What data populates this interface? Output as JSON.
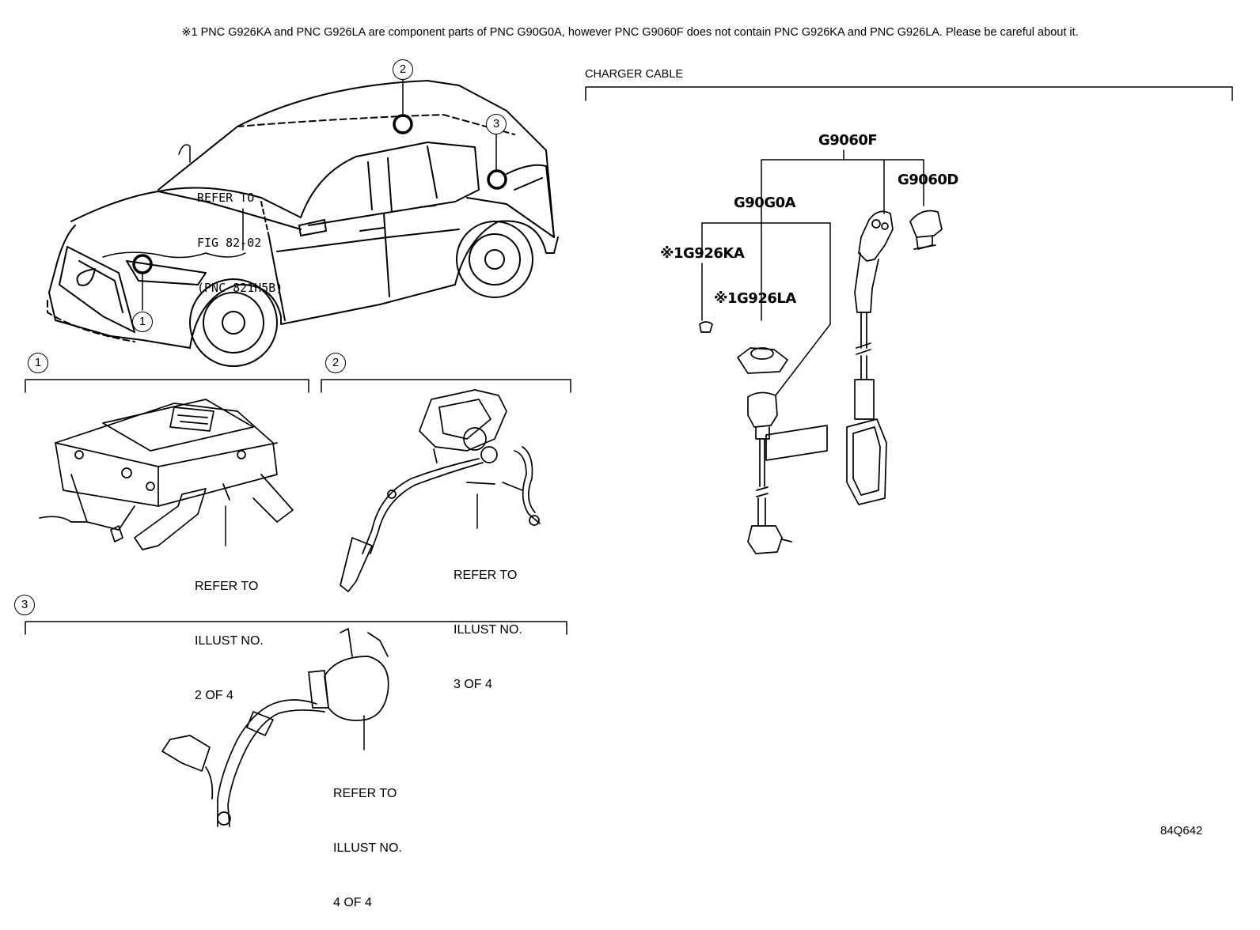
{
  "note": "※1 PNC G926KA and PNC G926LA are component parts of PNC G90G0A, however PNC G9060F does not contain PNC G926KA and PNC G926LA. Please be careful about it.",
  "callouts": {
    "refer_fig": [
      "REFER TO",
      "FIG 82-02",
      "(PNC 821H5B)"
    ],
    "one": "1",
    "two": "2",
    "three": "3"
  },
  "section_1": {
    "number": "1",
    "refer": [
      "REFER TO",
      "ILLUST NO.",
      "2 OF 4"
    ]
  },
  "section_2": {
    "number": "2",
    "refer": [
      "REFER TO",
      "ILLUST NO.",
      "3 OF 4"
    ]
  },
  "section_3": {
    "number": "3",
    "refer": [
      "REFER TO",
      "ILLUST NO.",
      "4 OF 4"
    ]
  },
  "charger": {
    "title": "CHARGER CABLE",
    "parts": {
      "g9060f": "G9060F",
      "g9060d": "G9060D",
      "g90g0a": "G90G0A",
      "g926ka": "※1G926KA",
      "g926la": "※1G926LA"
    }
  },
  "drawing_id": "84Q642"
}
